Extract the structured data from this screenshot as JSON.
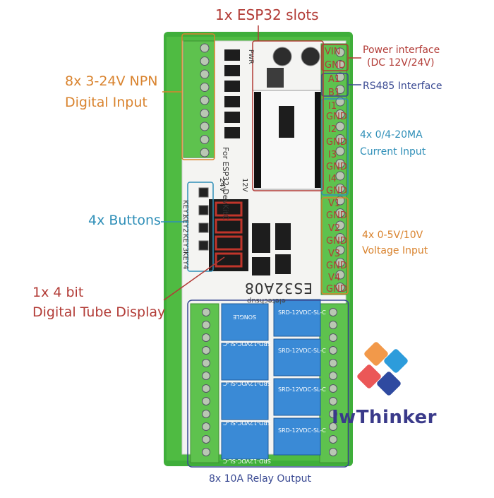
{
  "annotations": {
    "esp32": "1x ESP32 slots",
    "digital_input_line1": "8x 3-24V NPN",
    "digital_input_line2": "Digital Input",
    "power_line1": "Power interface",
    "power_line2": "(DC 12V/24V)",
    "rs485": "RS485 Interface",
    "current_line1": "4x 0/4-20MA",
    "current_line2": "Current Input",
    "buttons": "4x Buttons",
    "voltage_line1": "4x 0-5V/10V",
    "voltage_line2": "Voltage Input",
    "display_line1": "1x 4 bit",
    "display_line2": "Digital Tube Display",
    "relay": "8x 10A Relay Output"
  },
  "board": {
    "model": "ES32A08",
    "maker": "eletechsup",
    "esp_slot_text": "For ESP32-DevKitC",
    "pwr_label": "PWR",
    "v24_label": "24V",
    "v12_label": "12V",
    "keys": [
      "KEY1",
      "KEY2",
      "KEY3",
      "KEY4"
    ],
    "power_terms": [
      "VIN",
      "GND"
    ],
    "rs485_terms": [
      "A1",
      "B1"
    ],
    "current_terms": [
      "I1",
      "GND",
      "I2",
      "GND",
      "I3",
      "GND",
      "I4",
      "GND"
    ],
    "voltage_terms": [
      "V1",
      "GND",
      "V2",
      "GND",
      "V3",
      "GND",
      "V4",
      "GND"
    ],
    "relay_brand": "SONGLE",
    "relay_model": "SRD-12VDC-SL-C"
  },
  "brand": {
    "name": "IwThinker",
    "colors": {
      "orange": "#f2994a",
      "blue": "#2d9cdb",
      "red": "#eb5757",
      "navy": "#2f4aa0"
    }
  },
  "colors": {
    "pcb": "#f4f4f2",
    "terminal_green": "#5ec24e",
    "rail_green": "#3fae3a",
    "relay_blue": "#3a8ad6",
    "annotation_red": "#b23b36",
    "annotation_orange": "#d9832e",
    "annotation_blue": "#2f8fb8",
    "annotation_navy": "#3a4a93"
  }
}
